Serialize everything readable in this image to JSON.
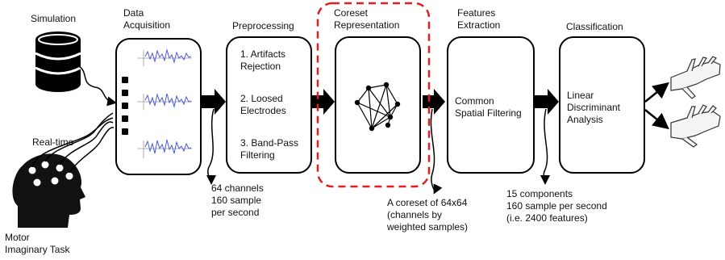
{
  "labels": {
    "simulation": "Simulation",
    "realtime": "Real-time",
    "motor_task": [
      "Motor",
      "Imaginary Task"
    ],
    "data_acquisition": [
      "Data",
      "Acquisition"
    ],
    "preprocessing": "Preprocessing",
    "coreset_representation": [
      "Coreset",
      "Representation"
    ],
    "features_extraction": [
      "Features",
      "Extraction"
    ],
    "classification": "Classification"
  },
  "preprocessing_steps": [
    [
      "1. Artifacts",
      "Rejection"
    ],
    [
      "2. Loosed",
      "Electrodes"
    ],
    [
      "3. Band-Pass",
      "Filtering"
    ]
  ],
  "features_box": [
    "Common",
    "Spatial Filtering"
  ],
  "classification_box": [
    "Linear",
    "Discriminant",
    "Analysis"
  ],
  "notes": {
    "acquisition": [
      "64 channels",
      "160 sample",
      "per second"
    ],
    "coreset": [
      "A coreset of 64x64",
      "(channels by",
      "weighted samples)"
    ],
    "features": [
      "15 components",
      "160 sample per second",
      "(i.e. 2400 features)"
    ]
  },
  "colors": {
    "signal": "#4a5bd4",
    "highlight_dash": "#e02020",
    "line": "#000000"
  },
  "icons": {
    "database": "database-icon",
    "head": "head-electrodes-icon",
    "hand": "hand-icon",
    "graph": "graph-network-icon"
  }
}
